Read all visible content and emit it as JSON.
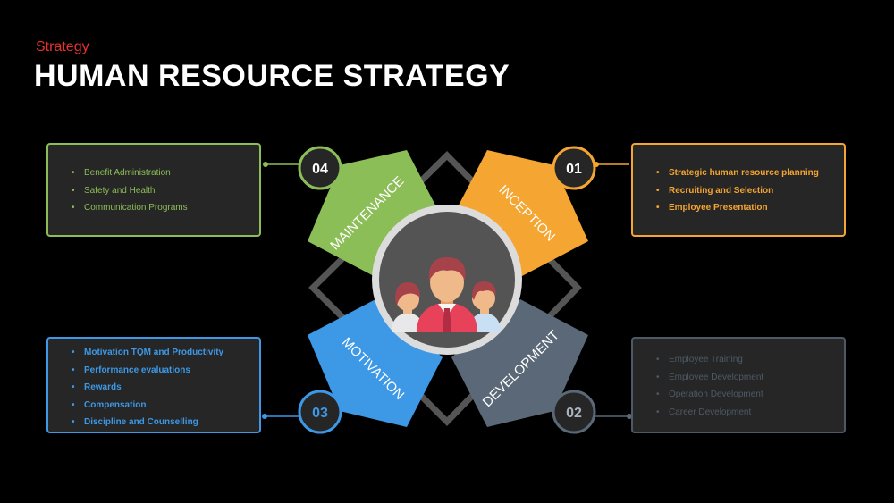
{
  "header": {
    "kicker": "Strategy",
    "title": "HUMAN RESOURCE STRATEGY"
  },
  "colors": {
    "maintenance": "#8cbe57",
    "inception": "#f5a531",
    "motivation": "#3d98e6",
    "development": "#5a6877",
    "accent_red": "#e8322c",
    "background": "#000000"
  },
  "center": {
    "icon": "people-group-icon"
  },
  "stages": {
    "maintenance": {
      "number": "04",
      "label": "MAINTENANCE",
      "items": [
        "Benefit Administration",
        "Safety  and Health",
        "Communication Programs"
      ]
    },
    "inception": {
      "number": "01",
      "label": "INCEPTION",
      "items": [
        "Strategic human resource planning",
        "Recruiting and Selection",
        "Employee Presentation"
      ]
    },
    "motivation": {
      "number": "03",
      "label": "MOTIVATION",
      "items": [
        "Motivation TQM  and Productivity",
        "Performance evaluations",
        "Rewards",
        "Compensation",
        "Discipline and Counselling"
      ]
    },
    "development": {
      "number": "02",
      "label": "DEVELOPMENT",
      "items": [
        "Employee Training",
        "Employee Development",
        "Operation Development",
        "Career Development"
      ]
    }
  }
}
